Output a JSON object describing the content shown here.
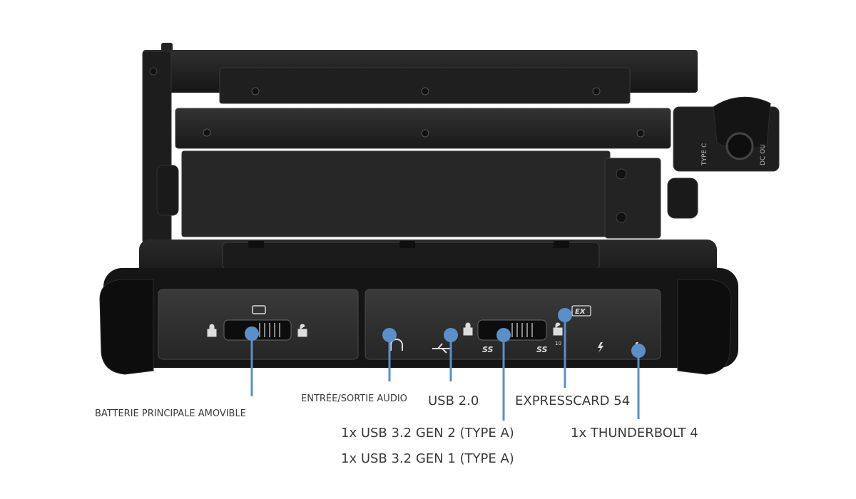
{
  "device": {
    "port_labels": {
      "type_c": "TYPE C",
      "dc_out": "DC OU"
    },
    "badges": {
      "expresscard": "EX",
      "usb_superspeed": "SS",
      "usb_superspeed_10": "10"
    }
  },
  "callouts": [
    {
      "id": "battery",
      "text": "BATTERIE PRINCIPALE AMOVIBLE"
    },
    {
      "id": "audio",
      "text": "ENTRÉE/SORTIE AUDIO"
    },
    {
      "id": "usb2",
      "text": "USB 2.0"
    },
    {
      "id": "expresscard",
      "text": "EXPRESSCARD 54"
    },
    {
      "id": "usb32g2",
      "text": "1x USB 3.2 GEN 2 (TYPE A)"
    },
    {
      "id": "usb32g1",
      "text": "1x USB 3.2 GEN 1 (TYPE A)"
    },
    {
      "id": "thunderbolt",
      "text": "1x THUNDERBOLT 4"
    }
  ],
  "colors": {
    "marker": "#5b8fc7",
    "chassis_dark": "#1c1c1c",
    "chassis_mid": "#2b2b2b",
    "label_text": "#3a3a3a"
  }
}
